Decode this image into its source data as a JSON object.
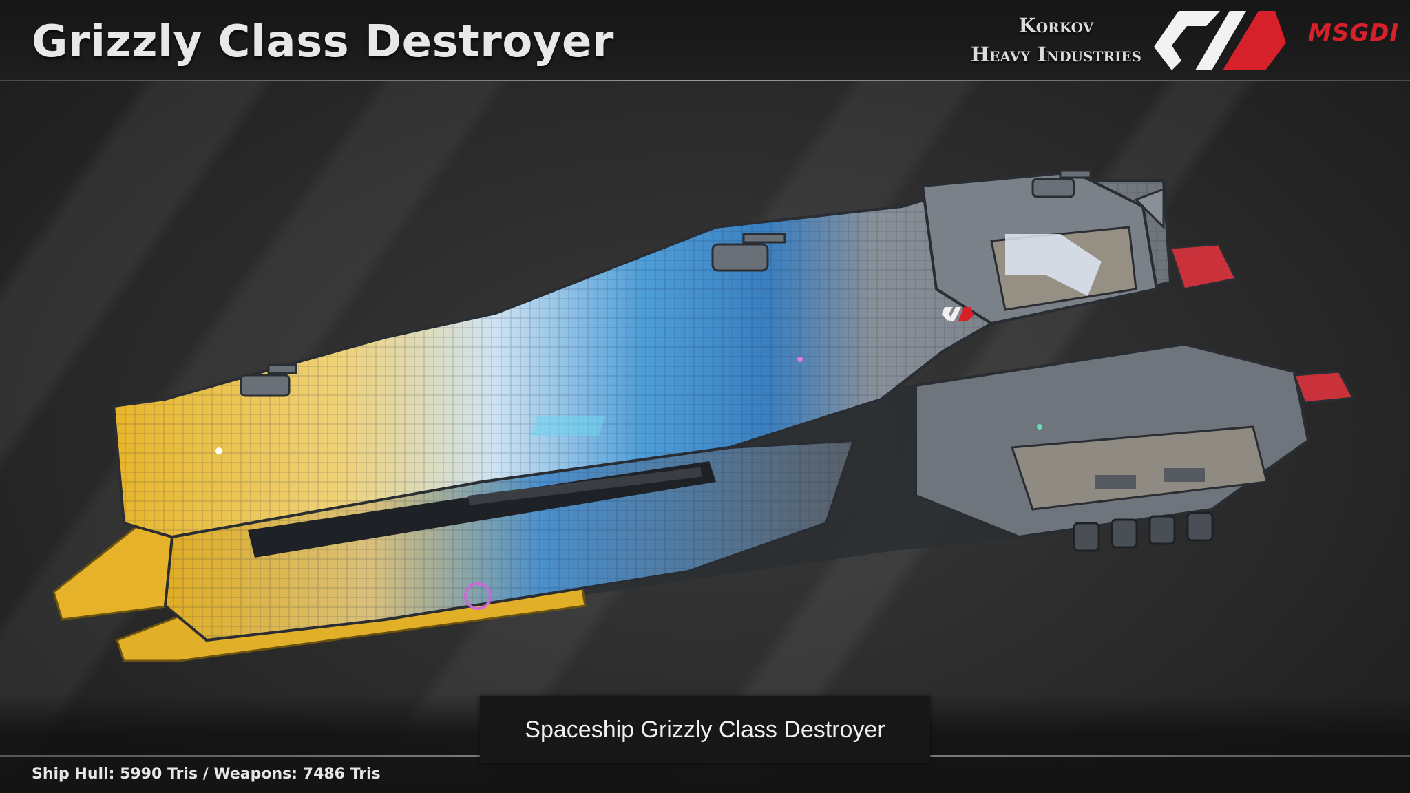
{
  "header": {
    "title": "Grizzly Class Destroyer",
    "company_line1": "Korkov",
    "company_line2": "Heavy Industries",
    "company_logo_icon": "korkov-chevron-logo",
    "brand_logo_text": "MSGDI"
  },
  "caption": {
    "text": "Spaceship Grizzly Class Destroyer"
  },
  "footer": {
    "stats": "Ship Hull: 5990 Tris / Weapons: 7486 Tris"
  },
  "colors": {
    "background": "#2a2a2a",
    "hull_blue": "#4f9ed8",
    "hull_yellow": "#e7b52a",
    "hull_grey": "#7d8288",
    "accent_red": "#d6202a",
    "text": "#e8e8e8"
  }
}
